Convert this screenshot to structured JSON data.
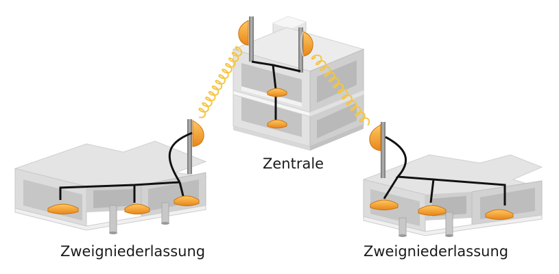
{
  "labels": {
    "central": "Zentrale",
    "branch_left": "Zweigniederlassung",
    "branch_right": "Zweigniederlassung"
  },
  "colors": {
    "building_light": "#eeeeee",
    "building_mid": "#d9d9d9",
    "building_dark": "#bdbdbd",
    "antenna": "#8c8c8c",
    "device": "#f7a834",
    "device_dark": "#e58a14",
    "wave": "#f5c542",
    "cable": "#111111"
  },
  "icons": {
    "antenna": "wireless-antenna-icon",
    "access_point": "access-point-icon",
    "signal": "wireless-signal-icon"
  }
}
